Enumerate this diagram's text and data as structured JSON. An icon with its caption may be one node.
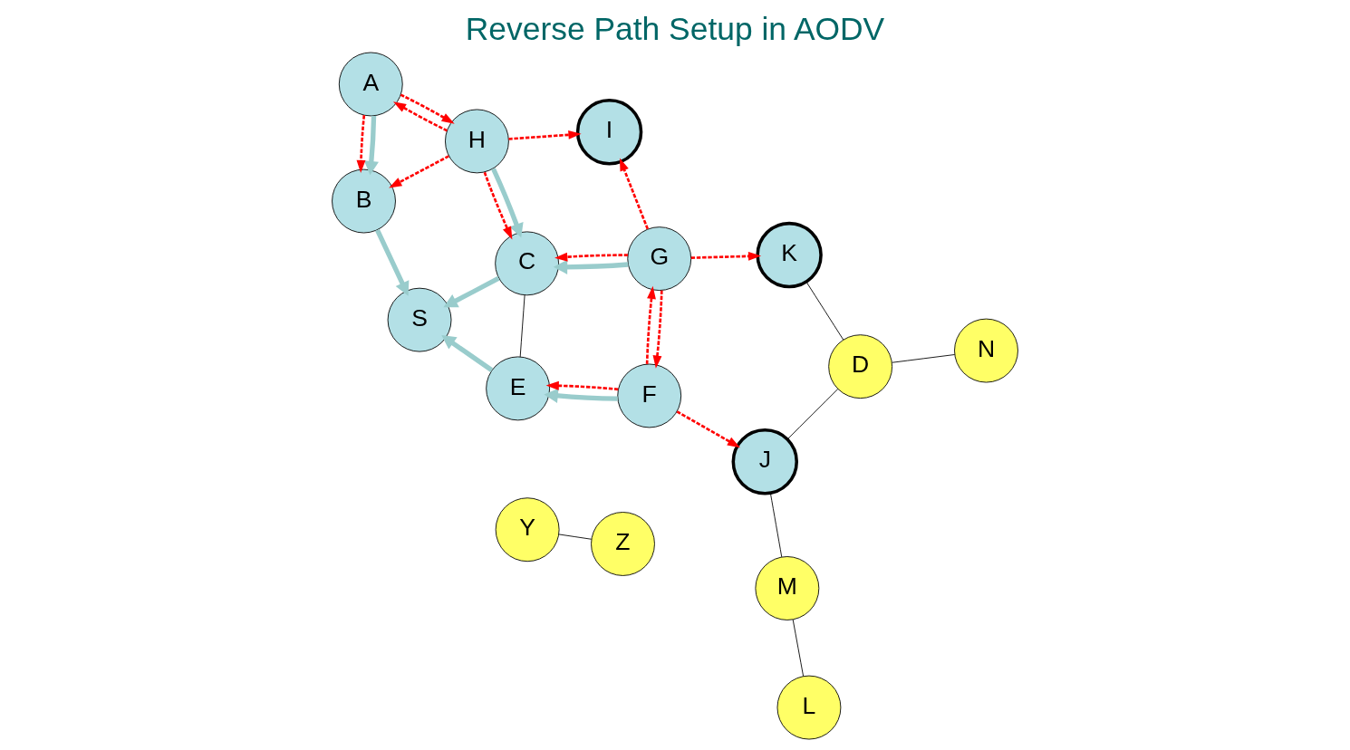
{
  "diagram": {
    "title": "Reverse Path Setup in AODV",
    "nodes": [
      {
        "text": [
          "Y"
        ]
      },
      {
        "text": [
          "Z"
        ]
      },
      {
        "text": [
          "S"
        ]
      },
      {
        "text": [
          "E"
        ]
      },
      {
        "text": [
          "F"
        ]
      },
      {
        "text": [
          "B"
        ]
      },
      {
        "text": [
          "C"
        ]
      },
      {
        "text": [
          "M"
        ]
      },
      {
        "text": [
          "L"
        ]
      },
      {
        "text": [
          "J"
        ]
      },
      {
        "text": [
          "A"
        ]
      },
      {
        "text": [
          "G"
        ]
      },
      {
        "text": [
          "H"
        ]
      },
      {
        "text": [
          "D"
        ]
      },
      {
        "text": [
          "K"
        ]
      },
      {
        "text": [
          "N"
        ]
      },
      {
        "text": [
          "I"
        ]
      }
    ],
    "edges": [
      {
        "from": 0,
        "to": 1,
        "arrow": "none",
        "color": "#000000"
      },
      {
        "from": 6,
        "to": 3,
        "arrow": "none",
        "color": "#000000"
      },
      {
        "from": 9,
        "to": 7,
        "arrow": "none",
        "color": "#000000"
      },
      {
        "from": 7,
        "to": 8,
        "arrow": "none",
        "color": "#000000"
      },
      {
        "from": 9,
        "to": 13,
        "arrow": "none",
        "color": "#000000"
      },
      {
        "from": 14,
        "to": 13,
        "arrow": "none",
        "color": "#000000"
      },
      {
        "from": 13,
        "to": 15,
        "arrow": "none",
        "color": "#000000"
      },
      {
        "from": 5,
        "to": 2,
        "arrow": "to",
        "style": "thick",
        "color": "#99cccc"
      },
      {
        "from": 3,
        "to": 2,
        "arrow": "to",
        "style": "thick",
        "color": "#99cccc"
      },
      {
        "from": 6,
        "to": 2,
        "arrow": "to",
        "style": "thick",
        "color": "#99cccc"
      },
      {
        "from": 4,
        "to": 3,
        "arrow": "to",
        "style": "thick",
        "color": "#99cccc"
      },
      {
        "from": 10,
        "to": 5,
        "arrow": "to",
        "style": "thick",
        "color": "#99cccc"
      },
      {
        "from": 12,
        "to": 6,
        "arrow": "to",
        "style": "thick",
        "color": "#99cccc"
      },
      {
        "from": 11,
        "to": 6,
        "arrow": "to",
        "style": "thick",
        "color": "#99cccc"
      },
      {
        "from": 4,
        "to": 3,
        "arrow": "to",
        "style": "dashed"
      },
      {
        "from": 4,
        "to": 9,
        "arrow": "to",
        "style": "dashed"
      },
      {
        "from": 4,
        "to": 11,
        "arrow": "to",
        "style": "dashed"
      },
      {
        "from": 11,
        "to": 4,
        "arrow": "to",
        "style": "dashed"
      },
      {
        "from": 10,
        "to": 5,
        "arrow": "to",
        "style": "dashed"
      },
      {
        "from": 12,
        "to": 5,
        "arrow": "to",
        "style": "dashed"
      },
      {
        "from": 12,
        "to": 10,
        "arrow": "to",
        "style": "dashed"
      },
      {
        "from": 10,
        "to": 12,
        "arrow": "to",
        "style": "dashed"
      },
      {
        "from": 12,
        "to": 6,
        "arrow": "to",
        "style": "dashed"
      },
      {
        "from": 11,
        "to": 6,
        "arrow": "to",
        "style": "dashed"
      },
      {
        "from": 12,
        "to": 16,
        "arrow": "to",
        "style": "dashed"
      },
      {
        "from": 11,
        "to": 16,
        "arrow": "to",
        "style": "dashed"
      },
      {
        "from": 11,
        "to": 14,
        "arrow": "to",
        "style": "dashed"
      }
    ]
  }
}
